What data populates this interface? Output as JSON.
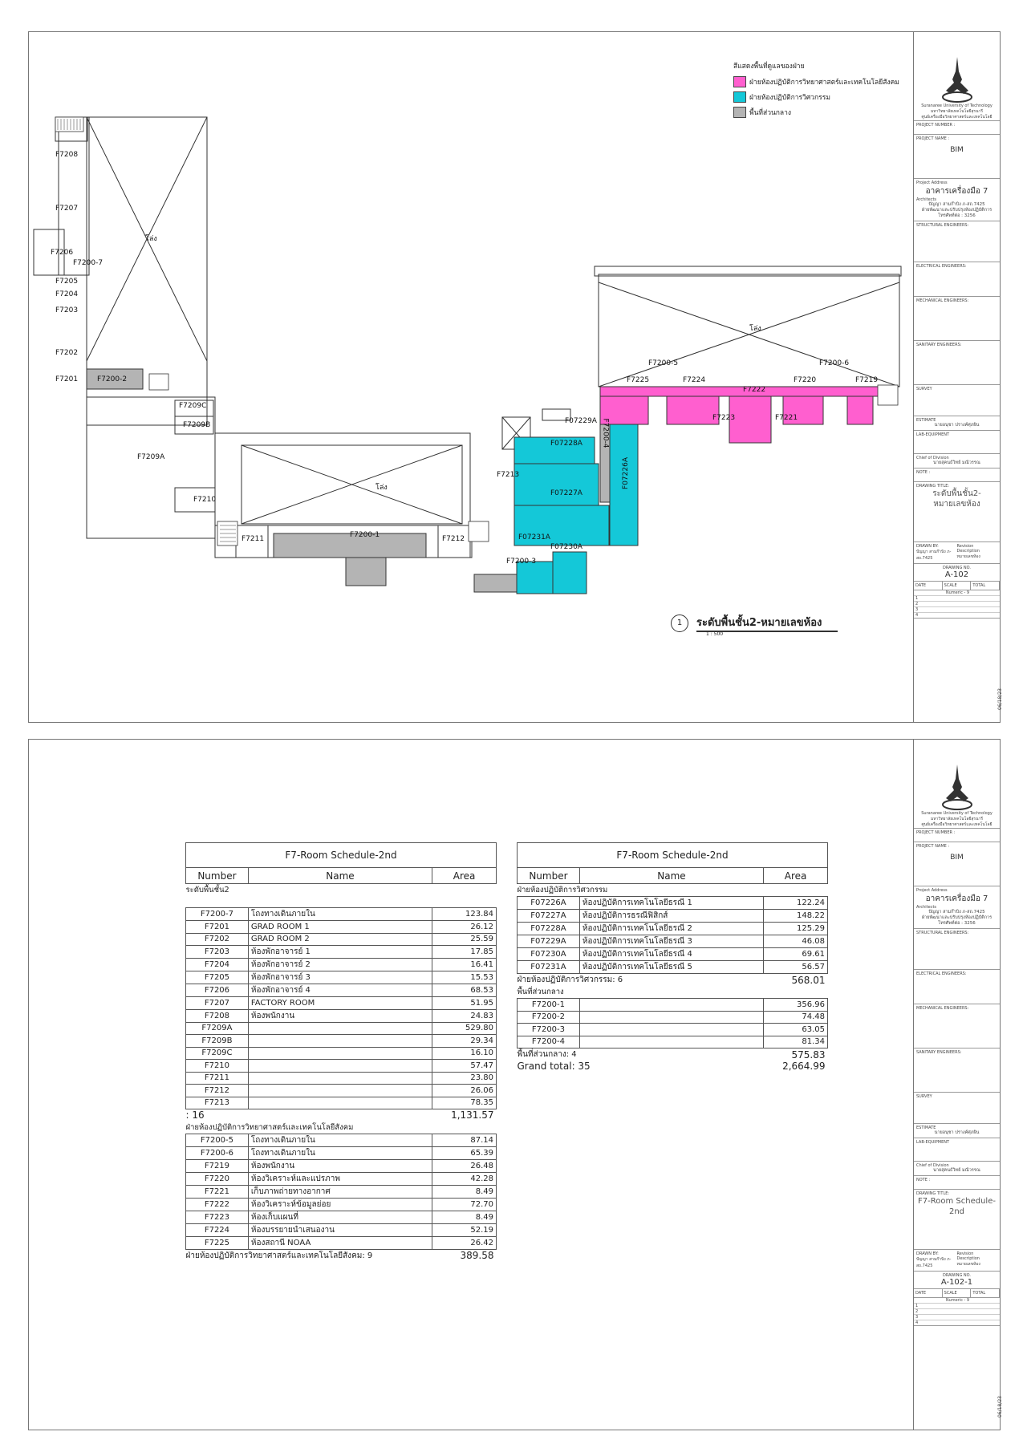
{
  "legend": {
    "title": "สีแสดงพื้นที่ดูแลของฝ่าย",
    "items": [
      {
        "label": "ฝ่ายห้องปฏิบัติการวิทยาศาสตร์และเทคโนโลยีสังคม",
        "color": "#ff5fcf"
      },
      {
        "label": "ฝ่ายห้องปฏิบัติการวิศวกรรม",
        "color": "#14c8d8"
      },
      {
        "label": "พื้นที่ส่วนกลาง",
        "color": "#b4b4b4"
      }
    ]
  },
  "plan": {
    "void_label": "โล่ง",
    "rooms": [
      "F7208",
      "F7207",
      "F7206",
      "F7200-7",
      "F7205",
      "F7204",
      "F7203",
      "F7202",
      "F7201",
      "F7200-2",
      "F7209C",
      "F7209B",
      "F7209A",
      "F7210",
      "F7211",
      "F7200-1",
      "F7212",
      "F7213",
      "F07229A",
      "F07228A",
      "F07227A",
      "F07226A",
      "F7200-4",
      "F07231A",
      "F07230A",
      "F7200-3",
      "F7200-5",
      "F7200-6",
      "F7225",
      "F7224",
      "F7222",
      "F7220",
      "F7219",
      "F7223",
      "F7221"
    ],
    "drawing_number_circle": "1",
    "drawing_title": "ระดับพื้นชั้น2-หมายเลขห้อง",
    "drawing_scale": "1 : 500"
  },
  "titleblock1": {
    "uni_en": "Suranaree University of Technology",
    "uni_th": "มหาวิทยาลัยเทคโนโลยีสุรนารี",
    "center_th": "ศูนย์เครื่องมือวิทยาศาสตร์และเทคโนโลยี",
    "project_number_label": "PROJECT NUMBER :",
    "project_name_label": "PROJECT NAME :",
    "project_name": "BIM",
    "address_label": "Project Address",
    "address": "อาคารเครื่องมือ 7",
    "architects_label": "Architects",
    "architect_name": "ปัญญา สามก๊าบิง ภ-สถ.7425",
    "architect_dept": "ฝ่ายพัฒนาและปรับปรุงห้องปฏิบัติการ",
    "architect_tel": "โทรศัพท์ต่อ : 3256",
    "structural": "STRUCTURAL ENGINEERS:",
    "electrical": "ELECTRICAL ENGINEERS:",
    "mechanical": "MECHANICAL ENGINEERS:",
    "sanitary": "SANITARY ENGINEERS:",
    "survey": "SURVEY",
    "estimate": "ESTIMATE",
    "estimate_name": "นายอนุชา ปรางค์ศุภผิน",
    "lab": "LAB-EQUIPMENT",
    "chief": "Chief of Division",
    "chief_name": "นายสุคนธ์วิทย์ มณีวรรณ",
    "note": "NOTE :",
    "drawing_title_label": "DRAWING TITLE:",
    "drawing_title": "ระดับพื้นชั้น2-หมายเลขห้อง",
    "drawn_by": "DRAWN BY:",
    "drawn_name": "ปัญญา สามก๊าบิง ภ-สถ.7425",
    "revision": "Revision Description",
    "revision_val": "หมายเลขห้อง",
    "drawing_no_label": "DRAWING NO.",
    "drawing_no": "A-102",
    "date": "DATE",
    "scale": "SCALE",
    "total": "TOTAL",
    "numeric": "Numeric - 9",
    "rows": [
      "1",
      "2",
      "3",
      "4"
    ],
    "print_date": "06/18/23"
  },
  "titleblock2": {
    "drawing_title": "F7-Room Schedule-2nd",
    "drawing_no": "A-102-1",
    "print_date": "06/18/23"
  },
  "schedule_left": {
    "caption": "F7-Room Schedule-2nd",
    "headers": [
      "Number",
      "Name",
      "Area"
    ],
    "group1_title": "ระดับพื้นชั้น2",
    "group1_rows": [
      [
        "F7200-7",
        "โถงทางเดินภายใน",
        "123.84"
      ],
      [
        "F7201",
        "GRAD ROOM 1",
        "26.12"
      ],
      [
        "F7202",
        "GRAD ROOM 2",
        "25.59"
      ],
      [
        "F7203",
        "ห้องพักอาจารย์ 1",
        "17.85"
      ],
      [
        "F7204",
        "ห้องพักอาจารย์ 2",
        "16.41"
      ],
      [
        "F7205",
        "ห้องพักอาจารย์ 3",
        "15.53"
      ],
      [
        "F7206",
        "ห้องพักอาจารย์ 4",
        "68.53"
      ],
      [
        "F7207",
        "FACTORY ROOM",
        "51.95"
      ],
      [
        "F7208",
        "ห้องพนักงาน",
        "24.83"
      ],
      [
        "F7209A",
        "",
        "529.80"
      ],
      [
        "F7209B",
        "",
        "29.34"
      ],
      [
        "F7209C",
        "",
        "16.10"
      ],
      [
        "F7210",
        "",
        "57.47"
      ],
      [
        "F7211",
        "",
        "23.80"
      ],
      [
        "F7212",
        "",
        "26.06"
      ],
      [
        "F7213",
        "",
        "78.35"
      ]
    ],
    "group1_count": ": 16",
    "group1_total": "1,131.57",
    "group2_title": "ฝ่ายห้องปฏิบัติการวิทยาศาสตร์และเทคโนโลยีสังคม",
    "group2_rows": [
      [
        "F7200-5",
        "โถงทางเดินภายใน",
        "87.14"
      ],
      [
        "F7200-6",
        "โถงทางเดินภายใน",
        "65.39"
      ],
      [
        "F7219",
        "ห้องพนักงาน",
        "26.48"
      ],
      [
        "F7220",
        "ห้องวิเคราะห์และแปรภาพ",
        "42.28"
      ],
      [
        "F7221",
        "เก็บภาพถ่ายทางอากาศ",
        "8.49"
      ],
      [
        "F7222",
        "ห้องวิเคราะห์ข้อมูลย่อย",
        "72.70"
      ],
      [
        "F7223",
        "ห้องเก็บแผนที่",
        "8.49"
      ],
      [
        "F7224",
        "ห้องบรรยายนำเสนองาน",
        "52.19"
      ],
      [
        "F7225",
        "ห้องสถานี NOAA",
        "26.42"
      ]
    ],
    "group2_count": "ฝ่ายห้องปฏิบัติการวิทยาศาสตร์และเทคโนโลยีสังคม: 9",
    "group2_total": "389.58"
  },
  "schedule_right": {
    "caption": "F7-Room Schedule-2nd",
    "headers": [
      "Number",
      "Name",
      "Area"
    ],
    "group1_title": "ฝ่ายห้องปฏิบัติการวิศวกรรม",
    "group1_rows": [
      [
        "F07226A",
        "ห้องปฏิบัติการเทคโนโลยีธรณี 1",
        "122.24"
      ],
      [
        "F07227A",
        "ห้องปฏิบัติการธรณีฟิสิกส์",
        "148.22"
      ],
      [
        "F07228A",
        "ห้องปฏิบัติการเทคโนโลยีธรณี 2",
        "125.29"
      ],
      [
        "F07229A",
        "ห้องปฏิบัติการเทคโนโลยีธรณี 3",
        "46.08"
      ],
      [
        "F07230A",
        "ห้องปฏิบัติการเทคโนโลยีธรณี 4",
        "69.61"
      ],
      [
        "F07231A",
        "ห้องปฏิบัติการเทคโนโลยีธรณี 5",
        "56.57"
      ]
    ],
    "group1_count": "ฝ่ายห้องปฏิบัติการวิศวกรรม: 6",
    "group1_total": "568.01",
    "group2_title": "พื้นที่ส่วนกลาง",
    "group2_rows": [
      [
        "F7200-1",
        "",
        "356.96"
      ],
      [
        "F7200-2",
        "",
        "74.48"
      ],
      [
        "F7200-3",
        "",
        "63.05"
      ],
      [
        "F7200-4",
        "",
        "81.34"
      ]
    ],
    "group2_count": "พื้นที่ส่วนกลาง: 4",
    "group2_total": "575.83",
    "grand_label": "Grand total: 35",
    "grand_total": "2,664.99"
  }
}
